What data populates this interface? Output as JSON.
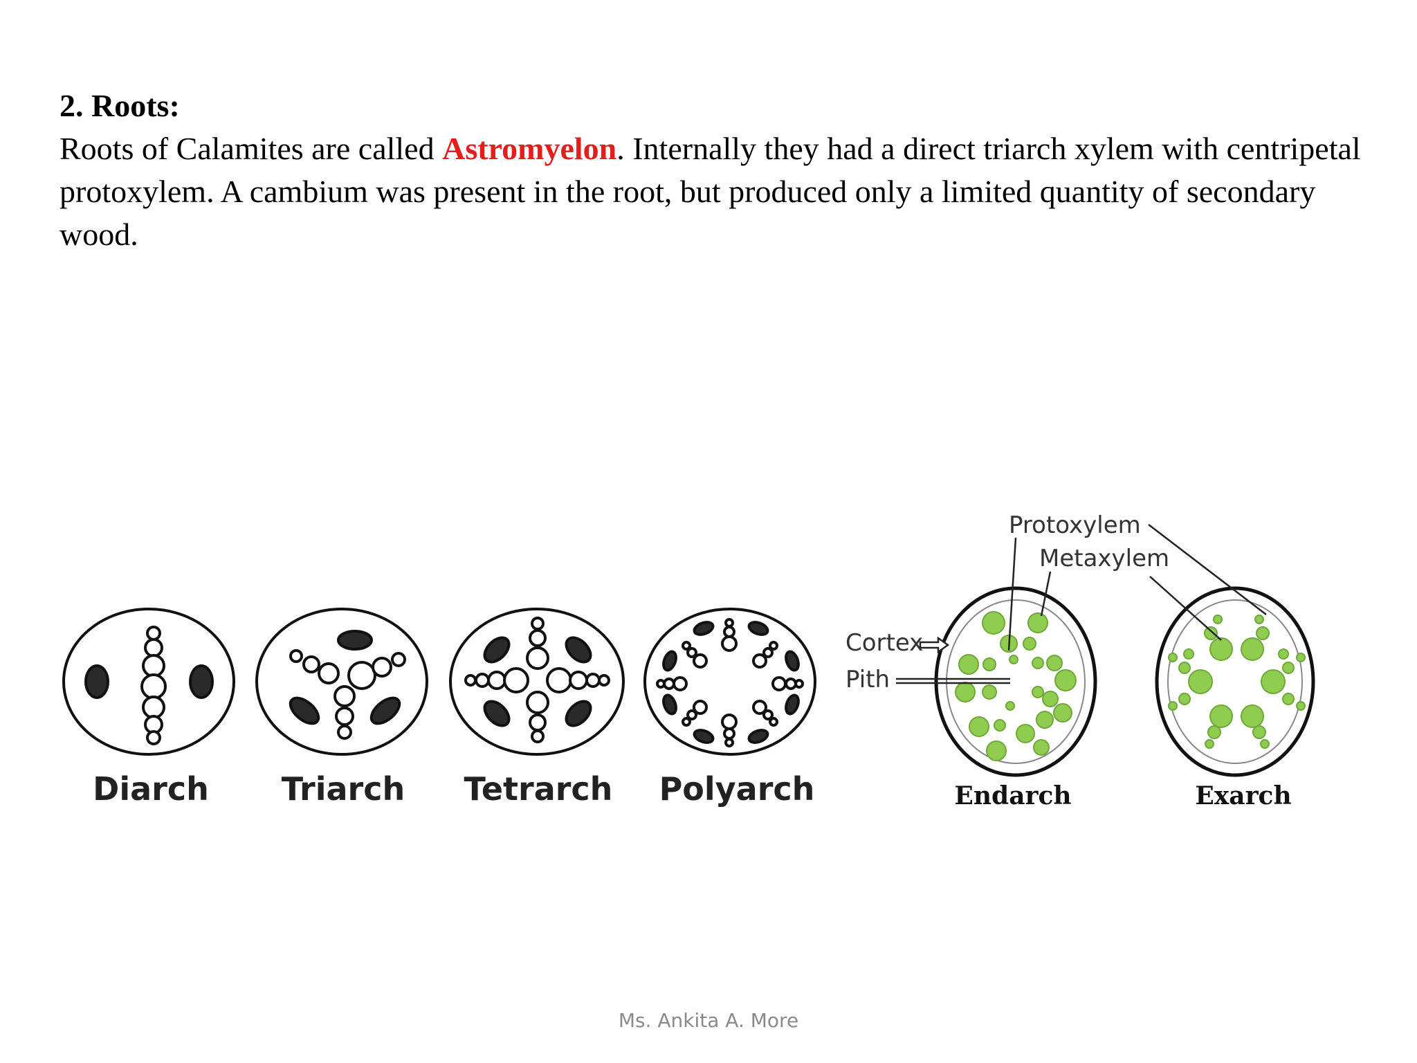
{
  "slide": {
    "heading": "2. Roots:",
    "paragraph": {
      "before": "Roots of Calamites are called ",
      "highlight": "Astromyelon",
      "after": ". Internally they had a direct triarch xylem with centripetal protoxylem. A cambium was present in the root, but produced only a limited quantity of secondary wood."
    },
    "highlight_color": "#e51d1d"
  },
  "figure": {
    "types": [
      "Diarch",
      "Triarch",
      "Tetrarch",
      "Polyarch"
    ],
    "callouts": {
      "protoxylem": "Protoxylem",
      "metaxylem": "Metaxylem",
      "cortex": "Cortex",
      "pith": "Pith"
    },
    "arrangements": [
      "Endarch",
      "Exarch"
    ],
    "xylem_color": "#8fcc50"
  },
  "footer": "Ms. Ankita A. More"
}
